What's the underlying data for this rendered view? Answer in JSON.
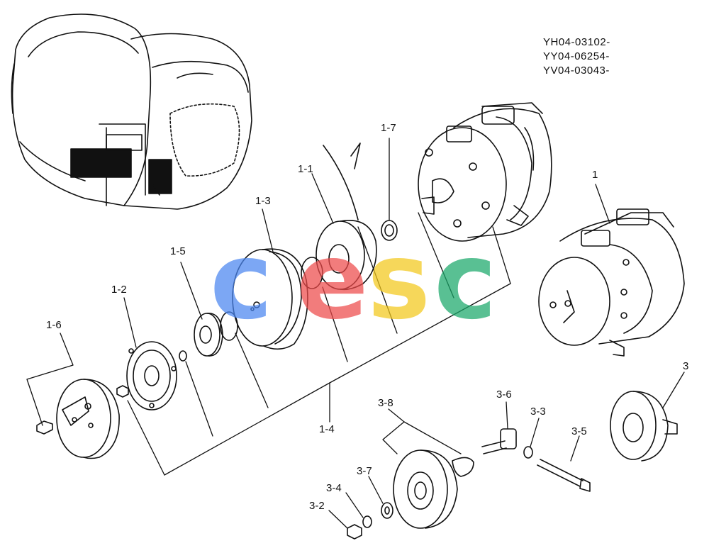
{
  "serial_numbers": [
    "YH04-03102-",
    "YY04-06254-",
    "YV04-03043-"
  ],
  "part_labels": {
    "p1": "1",
    "p1_1": "1-1",
    "p1_2": "1-2",
    "p1_3": "1-3",
    "p1_4": "1-4",
    "p1_5": "1-5",
    "p1_6": "1-6",
    "p1_7": "1-7",
    "p3": "3",
    "p3_2": "3-2",
    "p3_3": "3-3",
    "p3_4": "3-4",
    "p3_5": "3-5",
    "p3_6": "3-6",
    "p3_7": "3-7",
    "p3_8": "3-8"
  },
  "watermark": {
    "letters": [
      "c",
      "e",
      "s",
      "c"
    ],
    "colors": [
      "#4a86f0",
      "#ee4a4a",
      "#f3c81c",
      "#1aa86a"
    ]
  }
}
